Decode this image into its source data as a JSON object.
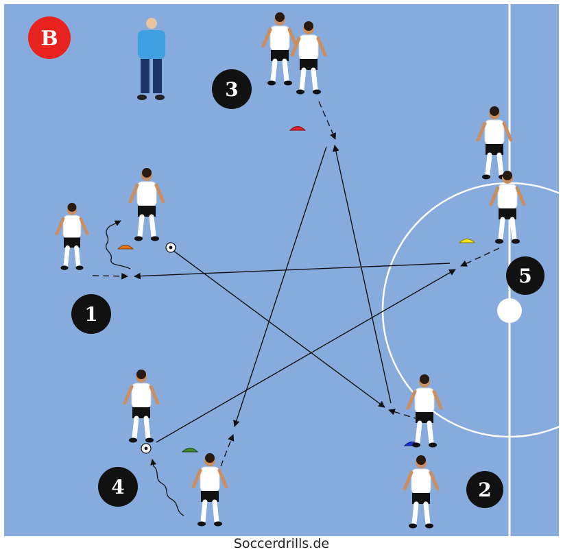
{
  "diagram": {
    "variant_label": "B",
    "watermark": "Soccerdrills.de",
    "stations": [
      {
        "id": "1",
        "label": "1"
      },
      {
        "id": "2",
        "label": "2"
      },
      {
        "id": "3",
        "label": "3"
      },
      {
        "id": "4",
        "label": "4"
      },
      {
        "id": "5",
        "label": "5"
      }
    ],
    "cones": [
      {
        "station": "1",
        "color": "#e8730e"
      },
      {
        "station": "2",
        "color": "#1d2fd6"
      },
      {
        "station": "3",
        "color": "#e0202c"
      },
      {
        "station": "4",
        "color": "#3f8a2a"
      },
      {
        "station": "5",
        "color": "#f3e21a"
      }
    ],
    "colors": {
      "pitch": "#86abdc",
      "lines": "#ffffff",
      "badge_red": "#e8231f",
      "station_badge": "#111111",
      "kit_shirt": "#ffffff",
      "kit_shorts": "#111111",
      "coach_shirt": "#3f9fe0",
      "coach_trousers": "#1d3566"
    }
  }
}
